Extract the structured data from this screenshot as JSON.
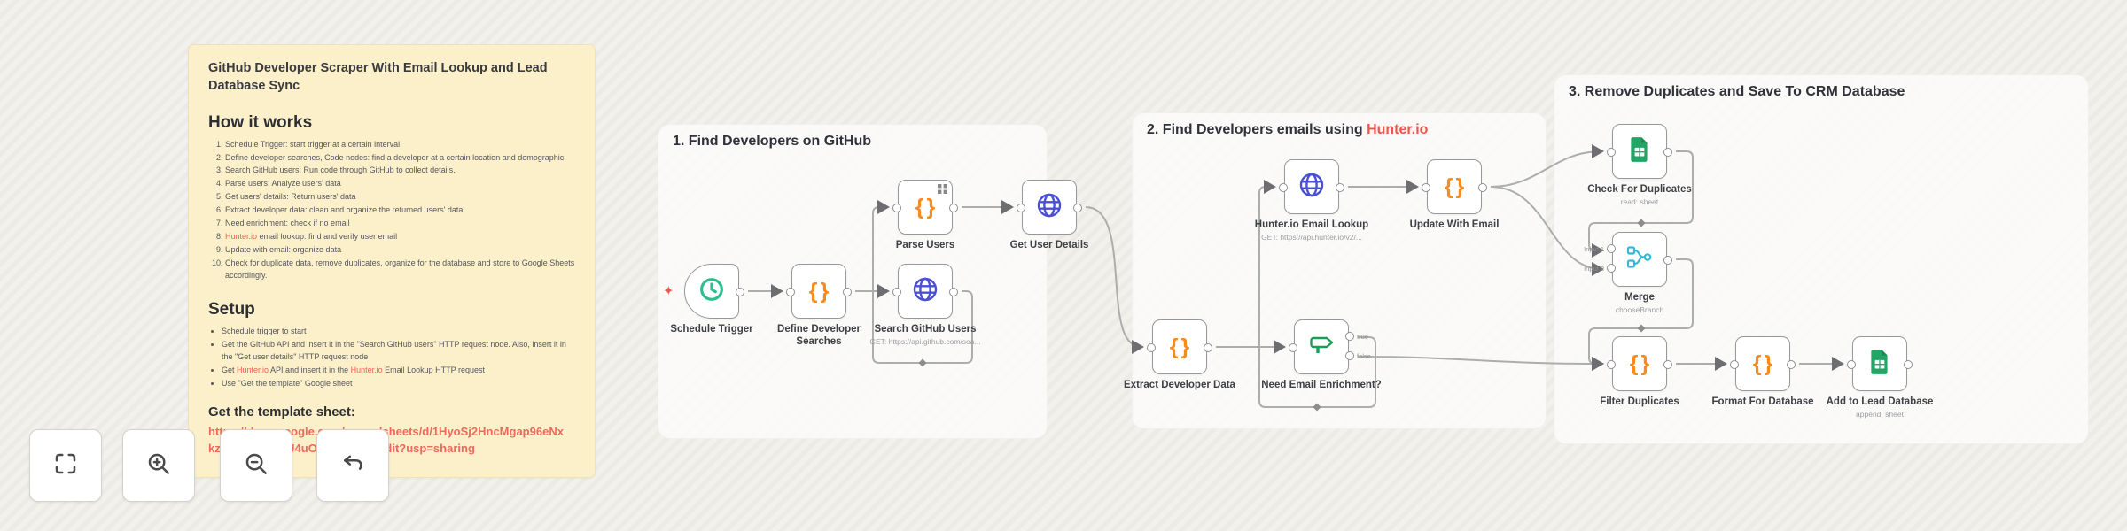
{
  "sticky_note": {
    "title": "GitHub Developer Scraper With Email Lookup and Lead Database Sync",
    "how_it_works": {
      "heading": "How it works",
      "steps": [
        [
          {
            "text": "Schedule Trigger: start trigger at a certain interval"
          }
        ],
        [
          {
            "text": "Define developer searches, Code nodes: find a developer at a certain location and demographic."
          }
        ],
        [
          {
            "text": "Search GitHub users: Run code through GitHub to collect details."
          }
        ],
        [
          {
            "text": "Parse users: Analyze users' data"
          }
        ],
        [
          {
            "text": "Get users' details: Return users' data"
          }
        ],
        [
          {
            "text": "Extract developer data: clean and organize the returned users' data"
          }
        ],
        [
          {
            "text": "Need enrichment: check if no email"
          }
        ],
        [
          {
            "text": "Hunter.io",
            "red": true
          },
          {
            "text": " email lookup: find and verify user email"
          }
        ],
        [
          {
            "text": "Update with email: organize data"
          }
        ],
        [
          {
            "text": "Check for duplicate data, remove duplicates, organize for the database and store to Google Sheets accordingly."
          }
        ]
      ]
    },
    "setup": {
      "heading": "Setup",
      "bullets": [
        [
          {
            "text": "Schedule trigger to start"
          }
        ],
        [
          {
            "text": "Get the GitHub API and insert it in the \"Search GitHub users\" HTTP request node. Also, insert it in the \"Get user details\" HTTP request node"
          }
        ],
        [
          {
            "text": "Get "
          },
          {
            "text": "Hunter.io",
            "red": true
          },
          {
            "text": " API and insert it in the "
          },
          {
            "text": "Hunter.io",
            "red": true
          },
          {
            "text": " Email Lookup HTTP request"
          }
        ],
        [
          {
            "text": "Use \"Get the template\" Google sheet"
          }
        ]
      ]
    },
    "template_sheet": {
      "heading": "Get the template sheet:",
      "url": "https://docs.google.com/spreadsheets/d/1HyoSj2HncMgap96eNxkzLEMxt1DjO6J4uOj8CHrYkFc/edit?usp=sharing"
    }
  },
  "sections": [
    {
      "title": "1. Find Developers on GitHub"
    },
    {
      "title_prefix": "2. Find Developers emails using ",
      "title_highlight": "Hunter.io"
    },
    {
      "title": "3. Remove Duplicates and Save To CRM Database"
    }
  ],
  "nodes": [
    {
      "label": "Schedule Trigger"
    },
    {
      "label": "Define Developer Searches"
    },
    {
      "label": "Parse Users"
    },
    {
      "label": "Search GitHub Users",
      "sub": "GET: https://api.github.com/sea..."
    },
    {
      "label": "Get User Details"
    },
    {
      "label": "Extract Developer Data"
    },
    {
      "label": "Need Email Enrichment?",
      "outputs": [
        "true",
        "false"
      ]
    },
    {
      "label": "Hunter.io Email Lookup",
      "sub": "GET: https://api.hunter.io/v2/..."
    },
    {
      "label": "Update With Email"
    },
    {
      "label": "Check For Duplicates",
      "sub": "read: sheet"
    },
    {
      "label": "Merge",
      "sub": "chooseBranch",
      "inputs": [
        "Input 1",
        "Input 2"
      ]
    },
    {
      "label": "Filter Duplicates"
    },
    {
      "label": "Format For Database"
    },
    {
      "label": "Add to Lead Database",
      "sub": "append: sheet"
    }
  ],
  "controls": [
    {
      "name": "fit-view"
    },
    {
      "name": "zoom-in"
    },
    {
      "name": "zoom-out"
    },
    {
      "name": "undo"
    }
  ],
  "colors": {
    "sticky_bg": "#fcf0cb",
    "link_red": "#f2685c",
    "highlight_red": "#f0544a",
    "code_orange": "#f68b1f",
    "http_indigo": "#4a4fd4",
    "trigger_green": "#2dbe8d",
    "if_green": "#1a9e57",
    "sheets_green": "#23a566",
    "merge_cyan": "#35b8d8",
    "connector_gray": "#adadab"
  }
}
